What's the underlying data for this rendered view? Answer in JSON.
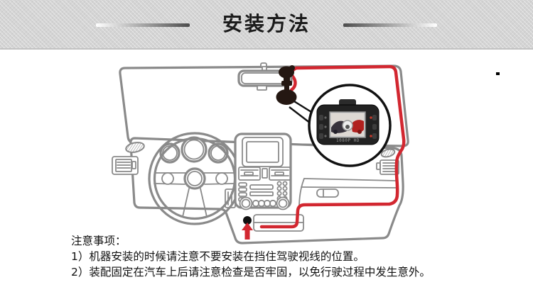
{
  "header": {
    "title": "安装方法"
  },
  "diagram": {
    "description": "车内安装示意图",
    "device_label": "1080P HD"
  },
  "notes": {
    "heading": "注意事项：",
    "items": [
      "1）机器安装的时候请注意不要安装在挡住驾驶视线的位置。",
      "2）装配固定在汽车上后请注意检查是否牢固，以免行驶过程中发生意外。"
    ]
  },
  "colors": {
    "cable": "#d22730",
    "outline": "#8a8a8a",
    "header_bg": "#d4d4d4",
    "device_body": "#222222",
    "ink": "#111111"
  }
}
